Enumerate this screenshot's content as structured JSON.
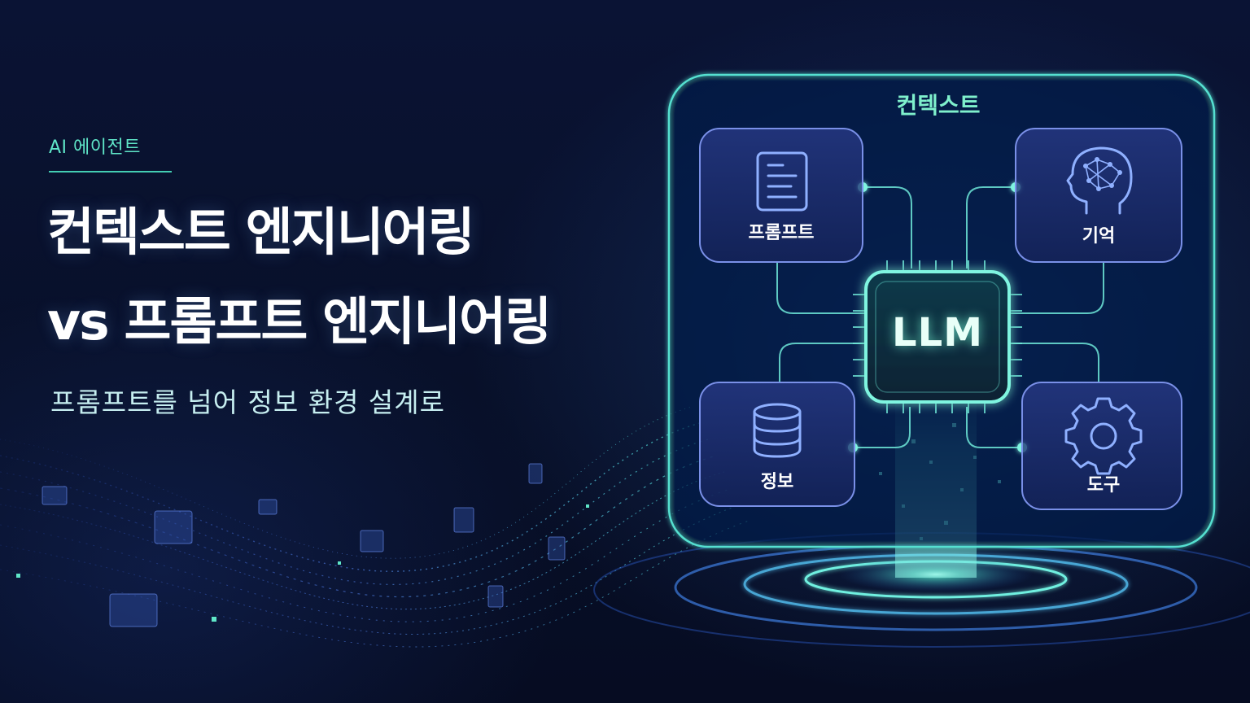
{
  "tag": "AI 에이전트",
  "title": {
    "line1": "컨텍스트 엔지니어링",
    "line2": "vs 프롬프트 엔지니어링"
  },
  "subtitle": "프롬프트를 넘어 정보 환경 설계로",
  "diagram": {
    "container_label": "컨텍스트",
    "center_label": "LLM",
    "nodes": [
      {
        "label": "프롬프트",
        "icon": "document-icon"
      },
      {
        "label": "기억",
        "icon": "brain-head-icon"
      },
      {
        "label": "정보",
        "icon": "database-icon"
      },
      {
        "label": "도구",
        "icon": "gear-icon"
      }
    ]
  },
  "colors": {
    "accent_teal": "#5fe6c8",
    "glow_cyan": "#4ff0d0",
    "node_border": "#6f86e0",
    "background": "#0a1334"
  }
}
